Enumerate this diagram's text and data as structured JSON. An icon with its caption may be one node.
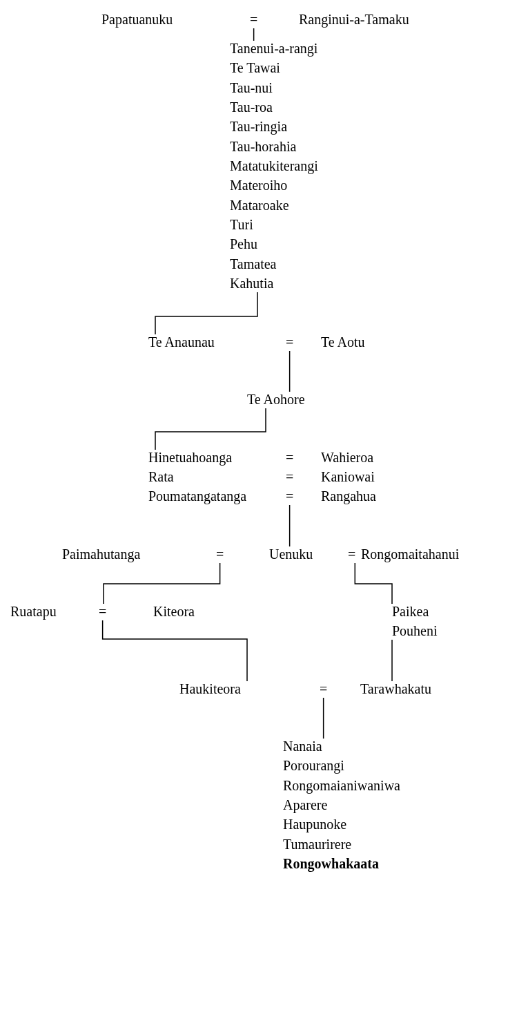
{
  "diagram": {
    "nodes": [
      {
        "text": [
          "Papatuanuku"
        ]
      },
      {
        "text": [
          "="
        ]
      },
      {
        "text": [
          "Ranginui-a-Tamaku"
        ]
      },
      {
        "text": [
          "Tanenui-a-rangi"
        ]
      },
      {
        "text": [
          "Te Tawai"
        ]
      },
      {
        "text": [
          "Tau-nui"
        ]
      },
      {
        "text": [
          "Tau-roa"
        ]
      },
      {
        "text": [
          "Tau-ringia"
        ]
      },
      {
        "text": [
          "Tau-horahia"
        ]
      },
      {
        "text": [
          "Matatukiterangi"
        ]
      },
      {
        "text": [
          "Materoiho"
        ]
      },
      {
        "text": [
          "Mataroake"
        ]
      },
      {
        "text": [
          "Turi"
        ]
      },
      {
        "text": [
          "Pehu"
        ]
      },
      {
        "text": [
          "Tamatea"
        ]
      },
      {
        "text": [
          "Kahutia"
        ]
      },
      {
        "text": [
          "Te Anaunau"
        ]
      },
      {
        "text": [
          "="
        ]
      },
      {
        "text": [
          "Te Aotu"
        ]
      },
      {
        "text": [
          "Te Aohore"
        ]
      },
      {
        "text": [
          "Hinetuahoanga"
        ]
      },
      {
        "text": [
          "="
        ]
      },
      {
        "text": [
          "Wahieroa"
        ]
      },
      {
        "text": [
          "Rata"
        ]
      },
      {
        "text": [
          "="
        ]
      },
      {
        "text": [
          "Kaniowai"
        ]
      },
      {
        "text": [
          "Poumatangatanga"
        ]
      },
      {
        "text": [
          "="
        ]
      },
      {
        "text": [
          "Rangahua"
        ]
      },
      {
        "text": [
          "Paimahutanga"
        ]
      },
      {
        "text": [
          "="
        ]
      },
      {
        "text": [
          "Uenuku"
        ]
      },
      {
        "text": [
          "="
        ]
      },
      {
        "text": [
          "Rongomaitahanui"
        ]
      },
      {
        "text": [
          "Ruatapu"
        ]
      },
      {
        "text": [
          "="
        ]
      },
      {
        "text": [
          "Kiteora"
        ]
      },
      {
        "text": [
          "Paikea"
        ]
      },
      {
        "text": [
          "Pouheni"
        ]
      },
      {
        "text": [
          "Haukiteora"
        ]
      },
      {
        "text": [
          "="
        ]
      },
      {
        "text": [
          "Tarawhakatu"
        ]
      },
      {
        "text": [
          "Nanaia"
        ]
      },
      {
        "text": [
          "Porourangi"
        ]
      },
      {
        "text": [
          "Rongomaianiwaniwa"
        ]
      },
      {
        "text": [
          "Aparere"
        ]
      },
      {
        "text": [
          "Haupunoke"
        ]
      },
      {
        "text": [
          "Tumaurirere"
        ]
      },
      {
        "text": [
          "Rongowhakaata"
        ]
      }
    ],
    "edges": [
      {
        "from": 1,
        "to": 3,
        "arrow": "none"
      },
      {
        "from": 15,
        "to": 16,
        "arrow": "none"
      },
      {
        "from": 17,
        "to": 19,
        "arrow": "none"
      },
      {
        "from": 19,
        "to": 20,
        "arrow": "none"
      },
      {
        "from": 27,
        "to": 31,
        "arrow": "none"
      },
      {
        "from": 30,
        "to": 35,
        "arrow": "none"
      },
      {
        "from": 32,
        "to": 37,
        "arrow": "none"
      },
      {
        "from": 35,
        "to": 39,
        "arrow": "none"
      },
      {
        "from": 38,
        "to": 41,
        "arrow": "none"
      },
      {
        "from": 40,
        "to": 42,
        "arrow": "none"
      }
    ]
  }
}
